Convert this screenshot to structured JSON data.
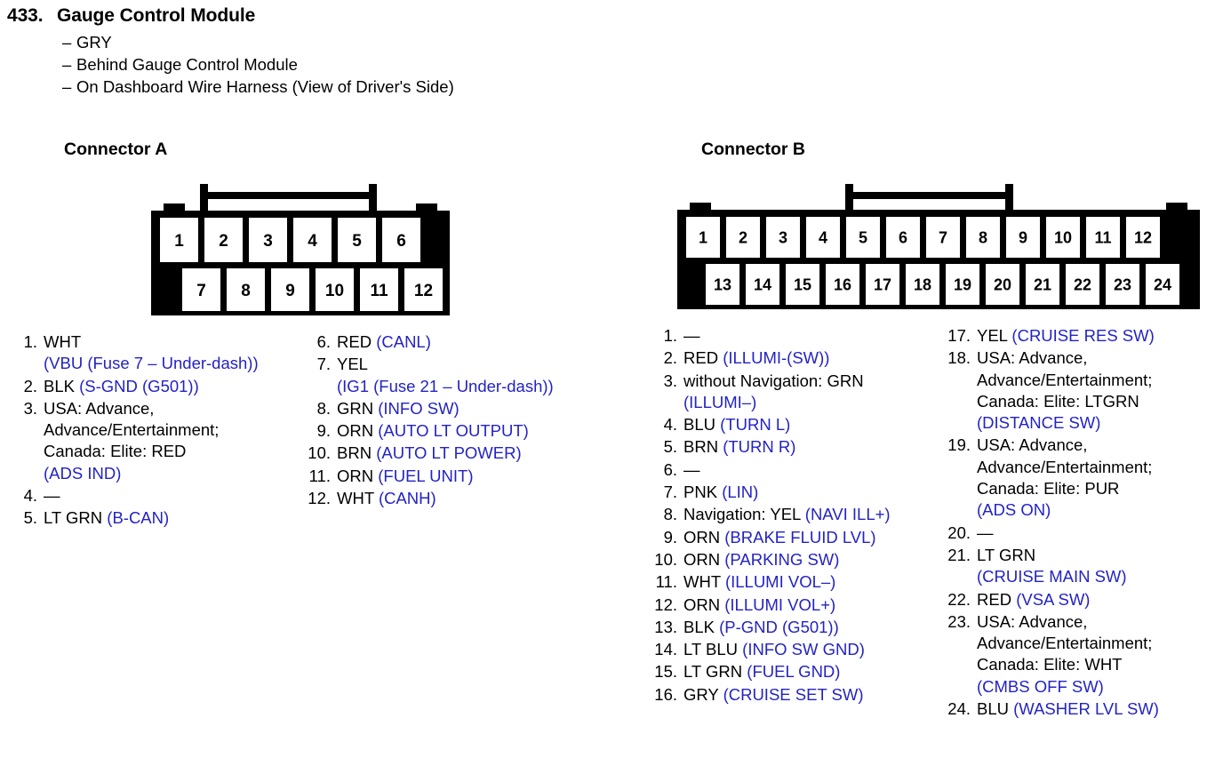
{
  "header": {
    "number": "433.",
    "title": "Gauge Control Module",
    "bullets": [
      "GRY",
      "Behind Gauge Control Module",
      "On Dashboard Wire Harness (View of Driver's Side)"
    ],
    "dash_mark": "–"
  },
  "connector_a": {
    "heading": "Connector A",
    "top_cells": [
      "1",
      "2",
      "3",
      "4",
      "5",
      "6"
    ],
    "bottom_cells": [
      "7",
      "8",
      "9",
      "10",
      "11",
      "12"
    ],
    "pins_left": [
      {
        "num": "1.",
        "lines": [
          [
            {
              "t": "WHT",
              "c": "k"
            }
          ],
          [
            {
              "t": "(VBU (Fuse 7 – Under-dash))",
              "c": "b"
            }
          ]
        ]
      },
      {
        "num": "2.",
        "lines": [
          [
            {
              "t": "BLK ",
              "c": "k"
            },
            {
              "t": "(S-GND (G501))",
              "c": "b"
            }
          ]
        ]
      },
      {
        "num": "3.",
        "lines": [
          [
            {
              "t": "USA: Advance,",
              "c": "k"
            }
          ],
          [
            {
              "t": "Advance/Entertainment;",
              "c": "k"
            }
          ],
          [
            {
              "t": "Canada: Elite: RED",
              "c": "k"
            }
          ],
          [
            {
              "t": "(ADS IND)",
              "c": "b"
            }
          ]
        ]
      },
      {
        "num": "4.",
        "lines": [
          [
            {
              "t": "—",
              "c": "k"
            }
          ]
        ]
      },
      {
        "num": "5.",
        "lines": [
          [
            {
              "t": "LT GRN ",
              "c": "k"
            },
            {
              "t": "(B-CAN)",
              "c": "b"
            }
          ]
        ]
      }
    ],
    "pins_right": [
      {
        "num": "6.",
        "lines": [
          [
            {
              "t": "RED ",
              "c": "k"
            },
            {
              "t": "(CANL)",
              "c": "b"
            }
          ]
        ]
      },
      {
        "num": "7.",
        "lines": [
          [
            {
              "t": "YEL",
              "c": "k"
            }
          ],
          [
            {
              "t": "(IG1 (Fuse 21 – Under-dash))",
              "c": "b"
            }
          ]
        ]
      },
      {
        "num": "8.",
        "lines": [
          [
            {
              "t": "GRN ",
              "c": "k"
            },
            {
              "t": "(INFO SW)",
              "c": "b"
            }
          ]
        ]
      },
      {
        "num": "9.",
        "lines": [
          [
            {
              "t": "ORN ",
              "c": "k"
            },
            {
              "t": "(AUTO LT OUTPUT)",
              "c": "b"
            }
          ]
        ]
      },
      {
        "num": "10.",
        "lines": [
          [
            {
              "t": "BRN ",
              "c": "k"
            },
            {
              "t": "(AUTO LT POWER)",
              "c": "b"
            }
          ]
        ]
      },
      {
        "num": "11.",
        "lines": [
          [
            {
              "t": "ORN ",
              "c": "k"
            },
            {
              "t": "(FUEL UNIT)",
              "c": "b"
            }
          ]
        ]
      },
      {
        "num": "12.",
        "lines": [
          [
            {
              "t": "WHT ",
              "c": "k"
            },
            {
              "t": "(CANH)",
              "c": "b"
            }
          ]
        ]
      }
    ]
  },
  "connector_b": {
    "heading": "Connector B",
    "top_cells": [
      "1",
      "2",
      "3",
      "4",
      "5",
      "6",
      "7",
      "8",
      "9",
      "10",
      "11",
      "12"
    ],
    "bottom_cells": [
      "13",
      "14",
      "15",
      "16",
      "17",
      "18",
      "19",
      "20",
      "21",
      "22",
      "23",
      "24"
    ],
    "pins_left": [
      {
        "num": "1.",
        "lines": [
          [
            {
              "t": "—",
              "c": "k"
            }
          ]
        ]
      },
      {
        "num": "2.",
        "lines": [
          [
            {
              "t": "RED ",
              "c": "k"
            },
            {
              "t": "(ILLUMI-(SW))",
              "c": "b"
            }
          ]
        ]
      },
      {
        "num": "3.",
        "lines": [
          [
            {
              "t": "without Navigation: GRN",
              "c": "k"
            }
          ],
          [
            {
              "t": "(ILLUMI–)",
              "c": "b"
            }
          ]
        ]
      },
      {
        "num": "4.",
        "lines": [
          [
            {
              "t": "BLU ",
              "c": "k"
            },
            {
              "t": "(TURN L)",
              "c": "b"
            }
          ]
        ]
      },
      {
        "num": "5.",
        "lines": [
          [
            {
              "t": "BRN ",
              "c": "k"
            },
            {
              "t": "(TURN R)",
              "c": "b"
            }
          ]
        ]
      },
      {
        "num": "6.",
        "lines": [
          [
            {
              "t": "—",
              "c": "k"
            }
          ]
        ]
      },
      {
        "num": "7.",
        "lines": [
          [
            {
              "t": "PNK ",
              "c": "k"
            },
            {
              "t": "(LIN)",
              "c": "b"
            }
          ]
        ]
      },
      {
        "num": "8.",
        "lines": [
          [
            {
              "t": "Navigation: YEL ",
              "c": "k"
            },
            {
              "t": "(NAVI ILL+)",
              "c": "b"
            }
          ]
        ]
      },
      {
        "num": "9.",
        "lines": [
          [
            {
              "t": "ORN ",
              "c": "k"
            },
            {
              "t": "(BRAKE FLUID LVL)",
              "c": "b"
            }
          ]
        ]
      },
      {
        "num": "10.",
        "lines": [
          [
            {
              "t": "ORN ",
              "c": "k"
            },
            {
              "t": "(PARKING SW)",
              "c": "b"
            }
          ]
        ]
      },
      {
        "num": "11.",
        "lines": [
          [
            {
              "t": "WHT ",
              "c": "k"
            },
            {
              "t": "(ILLUMI VOL–)",
              "c": "b"
            }
          ]
        ]
      },
      {
        "num": "12.",
        "lines": [
          [
            {
              "t": "ORN ",
              "c": "k"
            },
            {
              "t": "(ILLUMI VOL+)",
              "c": "b"
            }
          ]
        ]
      },
      {
        "num": "13.",
        "lines": [
          [
            {
              "t": "BLK ",
              "c": "k"
            },
            {
              "t": "(P-GND (G501))",
              "c": "b"
            }
          ]
        ]
      },
      {
        "num": "14.",
        "lines": [
          [
            {
              "t": "LT BLU ",
              "c": "k"
            },
            {
              "t": "(INFO SW GND)",
              "c": "b"
            }
          ]
        ]
      },
      {
        "num": "15.",
        "lines": [
          [
            {
              "t": "LT GRN ",
              "c": "k"
            },
            {
              "t": "(FUEL GND)",
              "c": "b"
            }
          ]
        ]
      },
      {
        "num": "16.",
        "lines": [
          [
            {
              "t": "GRY ",
              "c": "k"
            },
            {
              "t": "(CRUISE SET SW)",
              "c": "b"
            }
          ]
        ]
      }
    ],
    "pins_right": [
      {
        "num": "17.",
        "lines": [
          [
            {
              "t": "YEL ",
              "c": "k"
            },
            {
              "t": "(CRUISE RES SW)",
              "c": "b"
            }
          ]
        ]
      },
      {
        "num": "18.",
        "lines": [
          [
            {
              "t": "USA: Advance,",
              "c": "k"
            }
          ],
          [
            {
              "t": "Advance/Entertainment;",
              "c": "k"
            }
          ],
          [
            {
              "t": "Canada: Elite: LTGRN",
              "c": "k"
            }
          ],
          [
            {
              "t": "(DISTANCE SW)",
              "c": "b"
            }
          ]
        ]
      },
      {
        "num": "19.",
        "lines": [
          [
            {
              "t": "USA: Advance,",
              "c": "k"
            }
          ],
          [
            {
              "t": "Advance/Entertainment;",
              "c": "k"
            }
          ],
          [
            {
              "t": "Canada: Elite: PUR",
              "c": "k"
            }
          ],
          [
            {
              "t": "(ADS ON)",
              "c": "b"
            }
          ]
        ]
      },
      {
        "num": "20.",
        "lines": [
          [
            {
              "t": "—",
              "c": "k"
            }
          ]
        ]
      },
      {
        "num": "21.",
        "lines": [
          [
            {
              "t": "LT GRN",
              "c": "k"
            }
          ],
          [
            {
              "t": "(CRUISE MAIN SW)",
              "c": "b"
            }
          ]
        ]
      },
      {
        "num": "22.",
        "lines": [
          [
            {
              "t": "RED ",
              "c": "k"
            },
            {
              "t": "(VSA SW)",
              "c": "b"
            }
          ]
        ]
      },
      {
        "num": "23.",
        "lines": [
          [
            {
              "t": "USA: Advance,",
              "c": "k"
            }
          ],
          [
            {
              "t": "Advance/Entertainment;",
              "c": "k"
            }
          ],
          [
            {
              "t": "Canada: Elite: WHT",
              "c": "k"
            }
          ],
          [
            {
              "t": "(CMBS OFF SW)",
              "c": "b"
            }
          ]
        ]
      },
      {
        "num": "24.",
        "lines": [
          [
            {
              "t": "BLU ",
              "c": "k"
            },
            {
              "t": "(WASHER LVL SW)",
              "c": "b"
            }
          ]
        ]
      }
    ]
  },
  "colors": {
    "signal_blue": "#2323c4",
    "text_black": "#000000",
    "line_black": "#000000"
  }
}
